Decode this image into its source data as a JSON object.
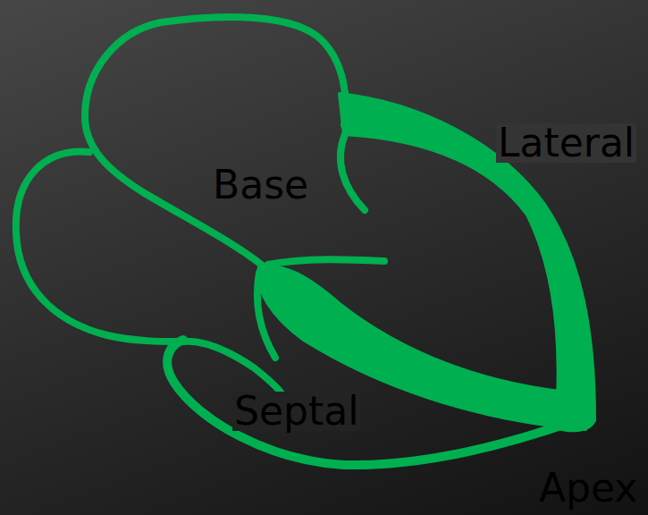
{
  "diagram": {
    "labels": [
      "Base",
      "Lateral",
      "Septal",
      "Apex"
    ]
  }
}
